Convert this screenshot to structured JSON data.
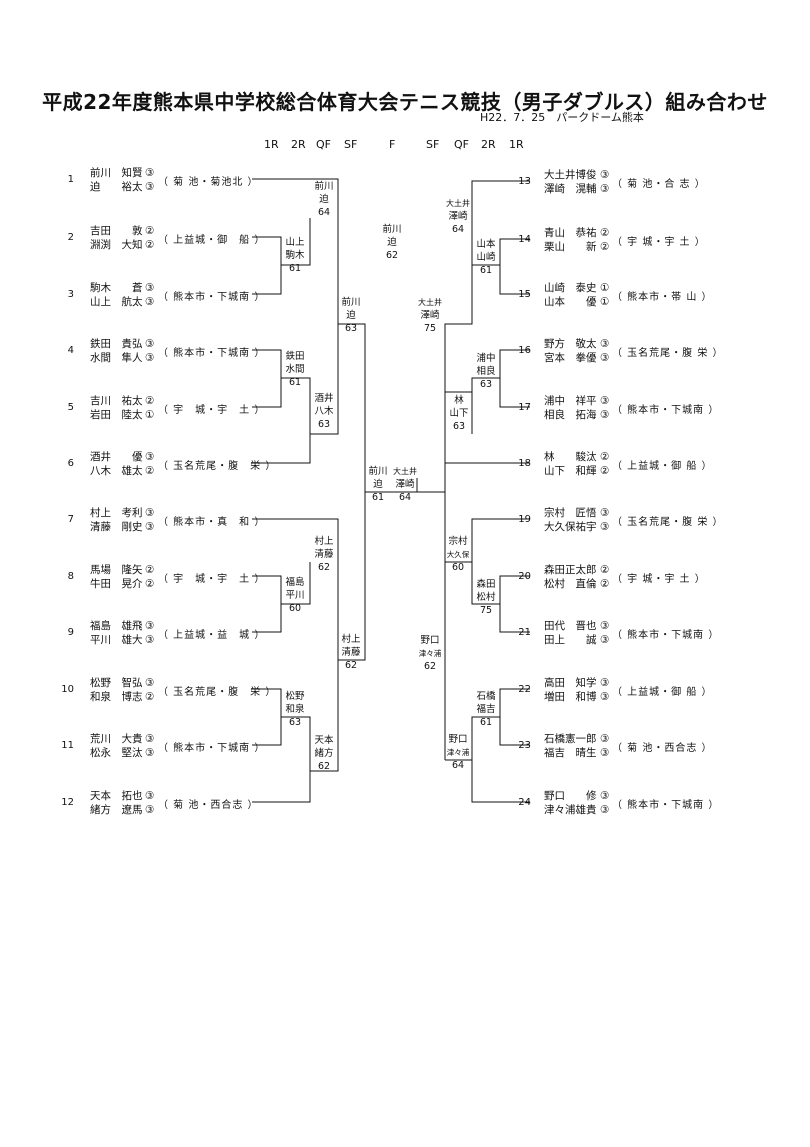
{
  "title": "平成22年度熊本県中学校総合体育大会テニス競技（男子ダブルス）組み合わせ",
  "subtitle": "H22．7．25　パークドーム熊本",
  "round_labels_left": [
    "1R",
    "2R",
    "QF",
    "SF"
  ],
  "round_label_final": "F",
  "round_labels_right": [
    "SF",
    "QF",
    "2R",
    "1R"
  ],
  "left_entries": [
    {
      "seed": "1",
      "p1": "前川　知賢",
      "g1": "③",
      "p2": "迫　　裕太",
      "g2": "③",
      "school": "（ 菊 池・菊池北 ）"
    },
    {
      "seed": "2",
      "p1": "吉田　　敦",
      "g1": "②",
      "p2": "淵渕　大知",
      "g2": "②",
      "school": "（ 上益城・御　船 ）"
    },
    {
      "seed": "3",
      "p1": "駒木　　蒼",
      "g1": "③",
      "p2": "山上　航太",
      "g2": "③",
      "school": "（ 熊本市・下城南 ）"
    },
    {
      "seed": "4",
      "p1": "鉄田　貴弘",
      "g1": "③",
      "p2": "水間　隼人",
      "g2": "③",
      "school": "（ 熊本市・下城南 ）"
    },
    {
      "seed": "5",
      "p1": "吉川　祐太",
      "g1": "②",
      "p2": "岩田　陸太",
      "g2": "①",
      "school": "（ 宇　城・宇　土 ）"
    },
    {
      "seed": "6",
      "p1": "酒井　　優",
      "g1": "③",
      "p2": "八木　雄太",
      "g2": "②",
      "school": "（ 玉名荒尾・腹　栄 ）"
    },
    {
      "seed": "7",
      "p1": "村上　考利",
      "g1": "③",
      "p2": "清藤　剛史",
      "g2": "③",
      "school": "（ 熊本市・真　和 ）"
    },
    {
      "seed": "8",
      "p1": "馬場　隆矢",
      "g1": "②",
      "p2": "牛田　晃介",
      "g2": "②",
      "school": "（ 宇　城・宇　土 ）"
    },
    {
      "seed": "9",
      "p1": "福島　雄飛",
      "g1": "③",
      "p2": "平川　雄大",
      "g2": "③",
      "school": "（ 上益城・益　城 ）"
    },
    {
      "seed": "10",
      "p1": "松野　智弘",
      "g1": "③",
      "p2": "和泉　博志",
      "g2": "②",
      "school": "（ 玉名荒尾・腹　栄 ）"
    },
    {
      "seed": "11",
      "p1": "荒川　大貴",
      "g1": "③",
      "p2": "松永　堅汰",
      "g2": "③",
      "school": "（ 熊本市・下城南 ）"
    },
    {
      "seed": "12",
      "p1": "天本　拓也",
      "g1": "③",
      "p2": "緒方　遼馬",
      "g2": "③",
      "school": "（ 菊 池・西合志 ）"
    }
  ],
  "right_entries": [
    {
      "seed": "13",
      "p1": "大土井博俊",
      "g1": "③",
      "p2": "澤崎　滉輔",
      "g2": "③",
      "school": "（ 菊 池・合 志 ）"
    },
    {
      "seed": "14",
      "p1": "青山　恭祐",
      "g1": "②",
      "p2": "栗山　　新",
      "g2": "②",
      "school": "（ 宇 城・宇 土 ）"
    },
    {
      "seed": "15",
      "p1": "山崎　泰史",
      "g1": "①",
      "p2": "山本　　優",
      "g2": "①",
      "school": "（ 熊本市・帯 山 ）"
    },
    {
      "seed": "16",
      "p1": "野方　敬太",
      "g1": "③",
      "p2": "宮本　拳優",
      "g2": "③",
      "school": "（ 玉名荒尾・腹 栄 ）"
    },
    {
      "seed": "17",
      "p1": "浦中　祥平",
      "g1": "③",
      "p2": "相良　拓海",
      "g2": "③",
      "school": "（ 熊本市・下城南 ）"
    },
    {
      "seed": "18",
      "p1": "林　　駿汰",
      "g1": "②",
      "p2": "山下　和輝",
      "g2": "②",
      "school": "（ 上益城・御 船 ）"
    },
    {
      "seed": "19",
      "p1": "宗村　匠悟",
      "g1": "③",
      "p2": "大久保祐宇",
      "g2": "③",
      "school": "（ 玉名荒尾・腹 栄 ）"
    },
    {
      "seed": "20",
      "p1": "森田正太郎",
      "g1": "②",
      "p2": "松村　直倫",
      "g2": "②",
      "school": "（ 宇 城・宇 土 ）"
    },
    {
      "seed": "21",
      "p1": "田代　晋也",
      "g1": "③",
      "p2": "田上　　誠",
      "g2": "③",
      "school": "（ 熊本市・下城南 ）"
    },
    {
      "seed": "22",
      "p1": "高田　知学",
      "g1": "③",
      "p2": "増田　和博",
      "g2": "③",
      "school": "（ 上益城・御 船 ）"
    },
    {
      "seed": "23",
      "p1": "石橋憲一郎",
      "g1": "③",
      "p2": "福吉　晴生",
      "g2": "③",
      "school": "（ 菊 池・西合志 ）"
    },
    {
      "seed": "24",
      "p1": "野口　　修",
      "g1": "③",
      "p2": "津々浦雄貴",
      "g2": "③",
      "school": "（ 熊本市・下城南 ）"
    }
  ],
  "winners": {
    "l_2r_a": {
      "n1": "山上",
      "n2": "駒木",
      "score": "61"
    },
    "l_qf_a": {
      "n1": "前川",
      "n2": "迫",
      "score": "64"
    },
    "l_2r_b": {
      "n1": "鉄田",
      "n2": "水間",
      "score": "61"
    },
    "l_qf_b": {
      "n1": "酒井",
      "n2": "八木",
      "score": "63"
    },
    "l_sf_a": {
      "n1": "前川",
      "n2": "迫",
      "score": "63"
    },
    "l_2r_c": {
      "n1": "福島",
      "n2": "平川",
      "score": "60"
    },
    "l_qf_c": {
      "n1": "村上",
      "n2": "清藤",
      "score": "62"
    },
    "l_2r_d": {
      "n1": "松野",
      "n2": "和泉",
      "score": "63"
    },
    "l_qf_d": {
      "n1": "天本",
      "n2": "緒方",
      "score": "62"
    },
    "l_sf_b": {
      "n1": "村上",
      "n2": "清藤",
      "score": "62"
    },
    "l_final": {
      "n1": "前川",
      "n2": "迫",
      "score": "61"
    },
    "champion": {
      "n1": "前川",
      "n2": "迫",
      "score": "62"
    },
    "r_final": {
      "n1": "大土井",
      "n2": "澤崎",
      "score": "64"
    },
    "r_sf_a": {
      "n1": "大土井",
      "n2": "澤崎",
      "score": "75"
    },
    "r_qf_a": {
      "n1": "大土井",
      "n2": "澤崎",
      "score": "64"
    },
    "r_2r_a": {
      "n1": "山本",
      "n2": "山崎",
      "score": "61"
    },
    "r_2r_b": {
      "n1": "浦中",
      "n2": "相良",
      "score": "63"
    },
    "r_qf_b": {
      "n1": "林",
      "n2": "山下",
      "score": "63"
    },
    "r_sf_b": {
      "n1": "野口",
      "n2": "津々浦",
      "score": "62"
    },
    "r_qf_c": {
      "n1": "宗村",
      "n2": "大久保",
      "score": "60"
    },
    "r_2r_c": {
      "n1": "森田",
      "n2": "松村",
      "score": "75"
    },
    "r_2r_d": {
      "n1": "石橋",
      "n2": "福吉",
      "score": "61"
    },
    "r_qf_d": {
      "n1": "野口",
      "n2": "津々浦",
      "score": "64"
    }
  }
}
